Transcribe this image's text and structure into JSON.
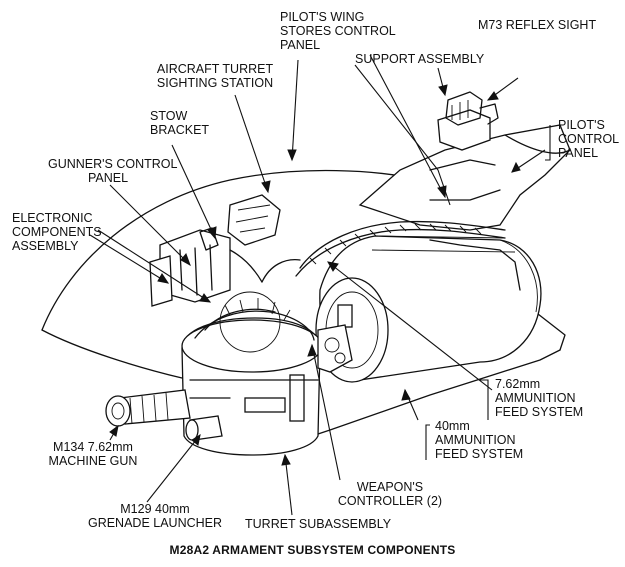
{
  "figure": {
    "caption": "M28A2 ARMAMENT SUBSYSTEM COMPONENTS"
  },
  "labels": {
    "pilots_wing_stores_control_panel": [
      "PILOT'S WING",
      "STORES CONTROL",
      "PANEL"
    ],
    "m73_reflex_sight": [
      "M73 REFLEX SIGHT"
    ],
    "support_assembly": [
      "SUPPORT ASSEMBLY"
    ],
    "aircraft_turret_sighting_station": [
      "AIRCRAFT TURRET",
      "SIGHTING STATION"
    ],
    "stow_bracket": [
      "STOW",
      "BRACKET"
    ],
    "pilots_control_panel": [
      "PILOT'S",
      "CONTROL",
      "PANEL"
    ],
    "gunners_control_panel": [
      "GUNNER'S CONTROL",
      "PANEL"
    ],
    "electronic_components_assembly": [
      "ELECTRONIC",
      "COMPONENTS",
      "ASSEMBLY"
    ],
    "ammunition_feed_762": [
      "7.62mm",
      "AMMUNITION",
      "FEED SYSTEM"
    ],
    "ammunition_feed_40": [
      "40mm",
      "AMMUNITION",
      "FEED SYSTEM"
    ],
    "m134_machine_gun": [
      "M134  7.62mm",
      "MACHINE GUN"
    ],
    "weapons_controller": [
      "WEAPON'S",
      "CONTROLLER (2)"
    ],
    "m129_grenade_launcher": [
      "M129  40mm",
      "GRENADE LAUNCHER"
    ],
    "turret_subassembly": [
      "TURRET SUBASSEMBLY"
    ]
  }
}
